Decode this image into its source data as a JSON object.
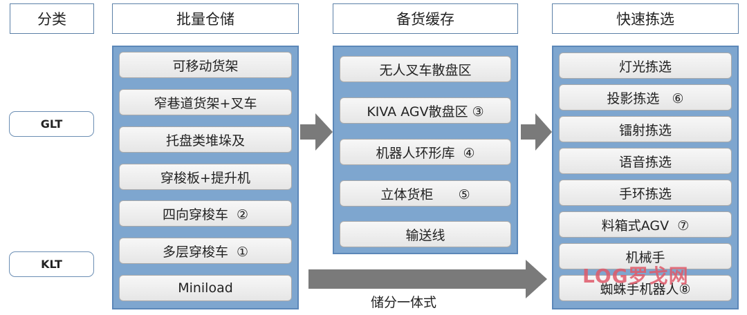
{
  "headers": {
    "category": "分类",
    "bulk_storage": "批量仓储",
    "stock_cache": "备货缓存",
    "fast_picking": "快速拣选"
  },
  "labels": {
    "glt": "GLT",
    "klt": "KLT",
    "integrated": "储分一体式"
  },
  "bulk_items": [
    "可移动货架",
    "窄巷道货架+叉车",
    "托盘类堆垛及",
    "穿梭板+提升机",
    "四向穿梭车  ②",
    "多层穿梭车  ①",
    "Miniload"
  ],
  "cache_items": [
    "无人叉车散盘区",
    "KIVA AGV散盘区 ③",
    "机器人环形库  ④",
    "立体货柜      ⑤",
    "输送线"
  ],
  "picking_items": [
    "灯光拣选",
    "投影拣选   ⑥",
    "镭射拣选",
    "语音拣选",
    "手环拣选",
    "料箱式AGV  ⑦",
    "机械手",
    "蜘蛛手机器人⑧"
  ],
  "watermark": "LOG罗戈网",
  "colors": {
    "panel_fill": "#7ea6cf",
    "panel_border": "#5b87b8",
    "arrow_fill": "#7a7a7a",
    "item_fill": "#eeeeee"
  }
}
